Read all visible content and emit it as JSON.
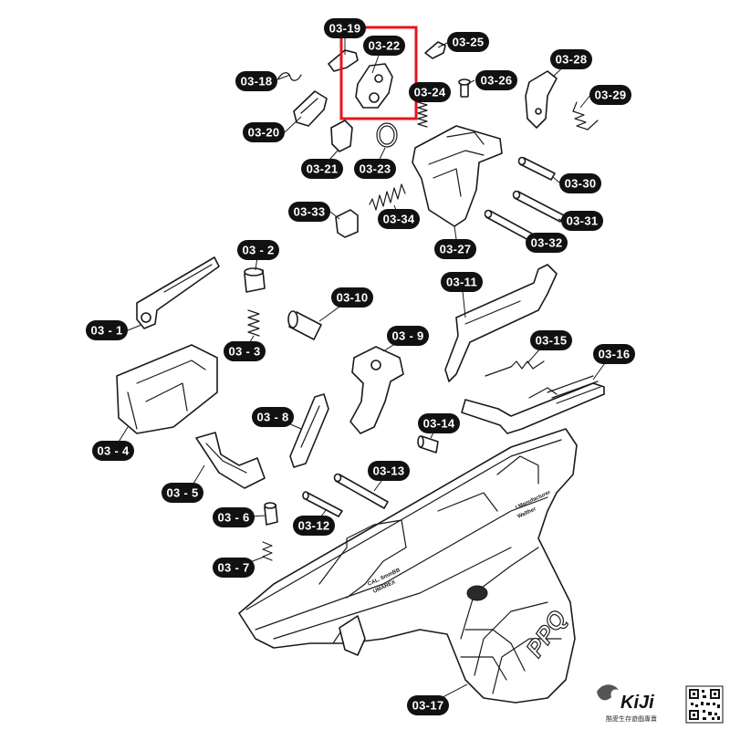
{
  "diagram": {
    "highlighted_part": "03-22",
    "highlight_color": "#e8141b",
    "label_color": "#111111",
    "labels": {
      "p03_1": "03 - 1",
      "p03_2": "03 - 2",
      "p03_3": "03 - 3",
      "p03_4": "03 - 4",
      "p03_5": "03 - 5",
      "p03_6": "03 - 6",
      "p03_7": "03 - 7",
      "p03_8": "03 - 8",
      "p03_9": "03 - 9",
      "p03_10": "03-10",
      "p03_11": "03-11",
      "p03_12": "03-12",
      "p03_13": "03-13",
      "p03_14": "03-14",
      "p03_15": "03-15",
      "p03_16": "03-16",
      "p03_17": "03-17",
      "p03_18": "03-18",
      "p03_19": "03-19",
      "p03_20": "03-20",
      "p03_21": "03-21",
      "p03_22": "03-22",
      "p03_23": "03-23",
      "p03_24": "03-24",
      "p03_25": "03-25",
      "p03_26": "03-26",
      "p03_27": "03-27",
      "p03_28": "03-28",
      "p03_29": "03-29",
      "p03_30": "03-30",
      "p03_31": "03-31",
      "p03_32": "03-32",
      "p03_33": "03-33",
      "p03_34": "03-34"
    },
    "frame_markings": {
      "model": "PPQ",
      "left_text": "CAL. 6mmBB",
      "left_sub": "UMAREX",
      "right_text": "I Manufacturer",
      "right_sub": "Walther"
    },
    "watermark": {
      "brand": "KiJi",
      "tagline": "酷愛生存遊戲專賣"
    }
  }
}
